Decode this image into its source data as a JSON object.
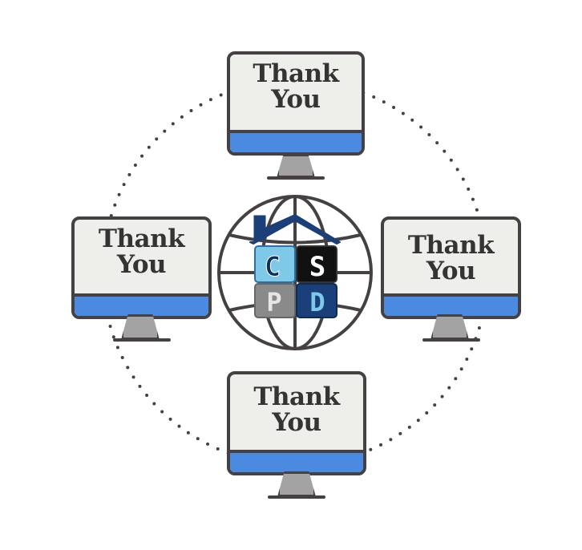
{
  "monitors": {
    "top": {
      "line1": "Thank",
      "line2": "You"
    },
    "left": {
      "line1": "Thank",
      "line2": "You"
    },
    "right": {
      "line1": "Thank",
      "line2": "You"
    },
    "bottom": {
      "line1": "Thank",
      "line2": "You"
    }
  },
  "logo": {
    "letters": [
      "C",
      "S",
      "P",
      "D"
    ],
    "tile_colors": [
      "#7ec8e8",
      "#111111",
      "#8a8a8a",
      "#1b3f78"
    ]
  },
  "colors": {
    "outline": "#454142",
    "screen": "#eeeeea",
    "screen_bar": "#4a8ae0",
    "stand": "#a3a3a3",
    "dots": "#454142"
  }
}
